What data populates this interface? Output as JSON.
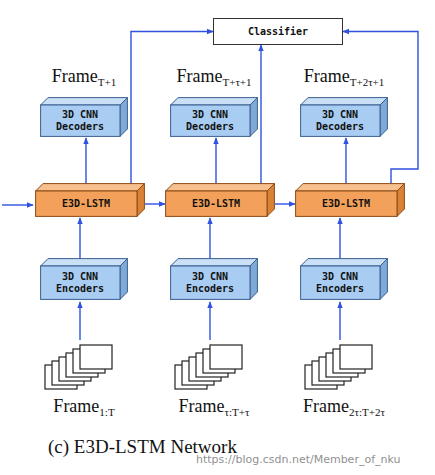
{
  "diagram": {
    "caption": "(c) E3D-LSTM Network",
    "nodes": [
      {
        "text": [
          "Classifier"
        ]
      },
      {
        "text": [
          "3D CNN Decoders"
        ]
      },
      {
        "text": [
          "3D CNN Decoders"
        ]
      },
      {
        "text": [
          "3D CNN Decoders"
        ]
      },
      {
        "text": [
          "E3D-LSTM"
        ]
      },
      {
        "text": [
          "E3D-LSTM"
        ]
      },
      {
        "text": [
          "E3D-LSTM"
        ]
      },
      {
        "text": [
          "3D CNN Encoders"
        ]
      },
      {
        "text": [
          "3D CNN Encoders"
        ]
      },
      {
        "text": [
          "3D CNN Encoders"
        ]
      }
    ],
    "edges": [
      {
        "from": 7,
        "to": 4,
        "arrow": "to"
      },
      {
        "from": 8,
        "to": 5,
        "arrow": "to"
      },
      {
        "from": 9,
        "to": 6,
        "arrow": "to"
      },
      {
        "from": 4,
        "to": 1,
        "arrow": "to"
      },
      {
        "from": 5,
        "to": 2,
        "arrow": "to"
      },
      {
        "from": 6,
        "to": 3,
        "arrow": "to"
      },
      {
        "from": 4,
        "to": 5,
        "arrow": "to"
      },
      {
        "from": 5,
        "to": 6,
        "arrow": "to"
      },
      {
        "from": 4,
        "to": 0,
        "arrow": "to"
      },
      {
        "from": 5,
        "to": 0,
        "arrow": "to"
      },
      {
        "from": 6,
        "to": 0,
        "arrow": "to"
      }
    ],
    "labels": [
      "Frame",
      "T+1",
      "Frame",
      "T+τ+1",
      "Frame",
      "T+2τ+1",
      "Frame",
      "1:T",
      "Frame",
      "τ:T+τ",
      "Frame",
      "2τ:T+2τ",
      "https://blog.csdn.net/Member_of_nku"
    ]
  }
}
